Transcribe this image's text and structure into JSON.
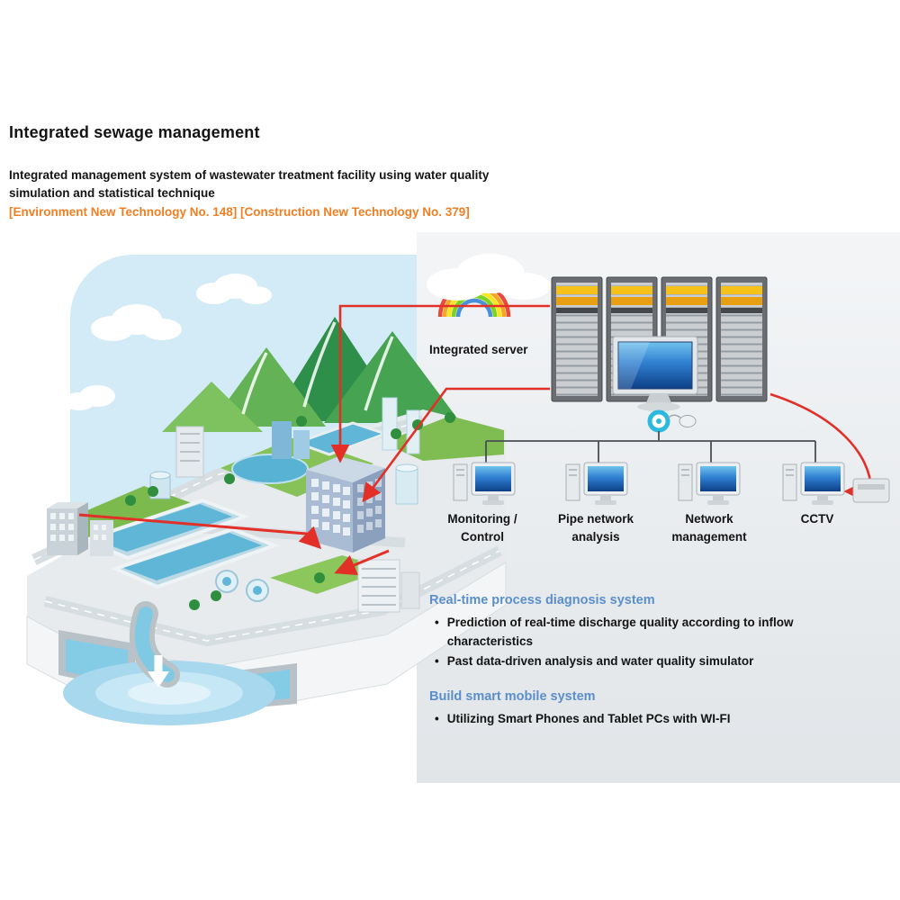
{
  "header": {
    "title": "Integrated sewage management",
    "subtitle_line1": "Integrated management system of wastewater treatment facility using water quality",
    "subtitle_line2": "simulation and statistical technique",
    "tech_refs": "[Environment New Technology No. 148] [Construction New Technology No. 379]"
  },
  "diagram": {
    "server_label": "Integrated server",
    "workstations": [
      {
        "label": "Monitoring / Control"
      },
      {
        "label": "Pipe network analysis"
      },
      {
        "label": "Network management"
      },
      {
        "label": "CCTV"
      }
    ],
    "icons": [
      "server-rack-icon",
      "monitor-icon",
      "hub-icon",
      "mouse-icon",
      "workstation-icon",
      "cloud-icon",
      "rainbow-icon",
      "mountain-icon",
      "building-icon",
      "water-basin-icon",
      "water-outfall-icon",
      "tree-icon"
    ]
  },
  "sections": [
    {
      "heading": "Real-time process diagnosis system",
      "bullets": [
        "Prediction of real-time discharge quality according to inflow characteristics",
        "Past data-driven analysis and water quality simulator"
      ]
    },
    {
      "heading": "Build smart mobile system",
      "bullets": [
        "Utilizing Smart Phones and Tablet PCs with WI-FI"
      ]
    }
  ],
  "ui": {
    "bullet_char": "•"
  },
  "colors": {
    "accent_orange": "#f07f23",
    "heading_blue": "#5b8fcb",
    "line_red": "#e23028",
    "screen_blue": "#1d66b4",
    "hub_cyan": "#2cb9de",
    "panel_gray": "#e9edef",
    "sky_blue": "#d3eaf7"
  }
}
